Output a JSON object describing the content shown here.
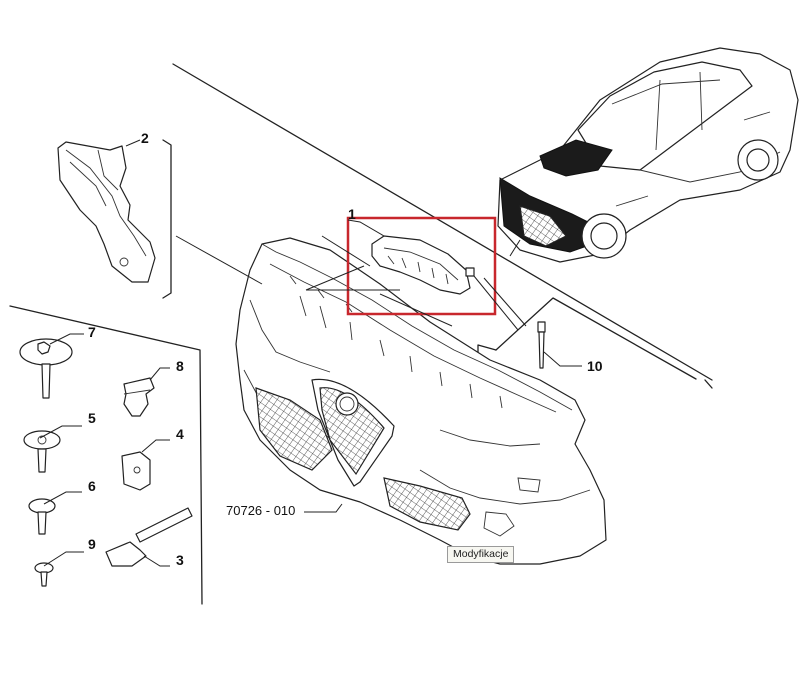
{
  "callouts": {
    "n1": "1",
    "n2": "2",
    "n3": "3",
    "n4": "4",
    "n5": "5",
    "n6": "6",
    "n7": "7",
    "n8": "8",
    "n9": "9",
    "n10": "10"
  },
  "drawing_code": "70726 - 010",
  "modifications_tag": "Modyfikacje",
  "colors": {
    "highlight_box": "#c8272d",
    "line": "#222222",
    "tag_bg": "#f7f7f1"
  }
}
